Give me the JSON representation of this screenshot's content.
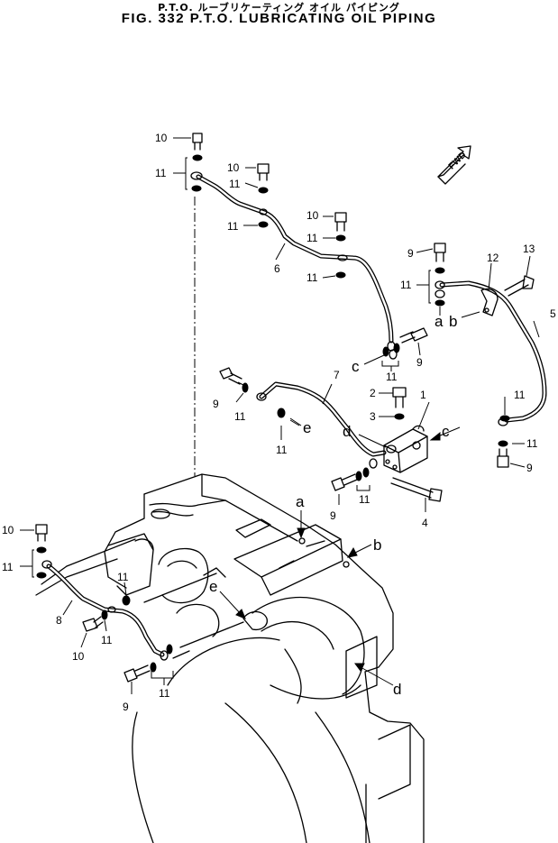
{
  "title_jp": "P.T.O. ルーブリケーティング オイル パイピング",
  "title_en": "FIG. 332   P.T.O. LUBRICATING  OIL  PIPING",
  "fwd_label": "FWD",
  "part_labels": [
    {
      "name": "label-1",
      "text": "1"
    },
    {
      "name": "label-2",
      "text": "2"
    },
    {
      "name": "label-3",
      "text": "3"
    },
    {
      "name": "label-4",
      "text": "4"
    },
    {
      "name": "label-5",
      "text": "5"
    },
    {
      "name": "label-6",
      "text": "6"
    },
    {
      "name": "label-7",
      "text": "7"
    },
    {
      "name": "label-8",
      "text": "8"
    },
    {
      "name": "label-9a",
      "text": "9"
    },
    {
      "name": "label-9b",
      "text": "9"
    },
    {
      "name": "label-9c",
      "text": "9"
    },
    {
      "name": "label-9d",
      "text": "9"
    },
    {
      "name": "label-9e",
      "text": "9"
    },
    {
      "name": "label-9f",
      "text": "9"
    },
    {
      "name": "label-10a",
      "text": "10"
    },
    {
      "name": "label-10b",
      "text": "10"
    },
    {
      "name": "label-10c",
      "text": "10"
    },
    {
      "name": "label-10d",
      "text": "10"
    },
    {
      "name": "label-10e",
      "text": "10"
    },
    {
      "name": "label-11a",
      "text": "11"
    },
    {
      "name": "label-11b",
      "text": "11"
    },
    {
      "name": "label-11c",
      "text": "11"
    },
    {
      "name": "label-11d",
      "text": "11"
    },
    {
      "name": "label-11e",
      "text": "11"
    },
    {
      "name": "label-11f",
      "text": "11"
    },
    {
      "name": "label-11g",
      "text": "11"
    },
    {
      "name": "label-11h",
      "text": "11"
    },
    {
      "name": "label-11i",
      "text": "11"
    },
    {
      "name": "label-11j",
      "text": "11"
    },
    {
      "name": "label-11k",
      "text": "11"
    },
    {
      "name": "label-11l",
      "text": "11"
    },
    {
      "name": "label-11m",
      "text": "11"
    },
    {
      "name": "label-11n",
      "text": "11"
    },
    {
      "name": "label-11o",
      "text": "11"
    },
    {
      "name": "label-11p",
      "text": "11"
    },
    {
      "name": "label-12",
      "text": "12"
    },
    {
      "name": "label-13",
      "text": "13"
    }
  ],
  "ref_labels": [
    {
      "name": "ref-a-top",
      "text": "a"
    },
    {
      "name": "ref-b-top",
      "text": "b"
    },
    {
      "name": "ref-c-top",
      "text": "c"
    },
    {
      "name": "ref-c-right",
      "text": "c"
    },
    {
      "name": "ref-d-top",
      "text": "d"
    },
    {
      "name": "ref-e-top",
      "text": "e"
    },
    {
      "name": "ref-a-housing",
      "text": "a"
    },
    {
      "name": "ref-b-housing",
      "text": "b"
    },
    {
      "name": "ref-e-housing",
      "text": "e"
    },
    {
      "name": "ref-d-housing",
      "text": "d"
    }
  ]
}
